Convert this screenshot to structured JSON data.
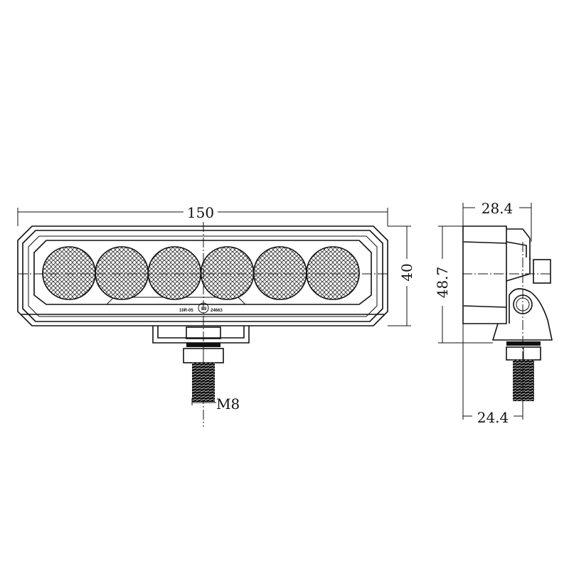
{
  "front_view": {
    "width_label": "150",
    "height_label": "40",
    "thread_label": "M8",
    "led_count": 6,
    "marking": {
      "left": "10R-05",
      "emblem": "E9",
      "right": "24663"
    }
  },
  "side_view": {
    "depth_label": "28.4",
    "height_label": "48.7",
    "base_label": "24.4"
  }
}
